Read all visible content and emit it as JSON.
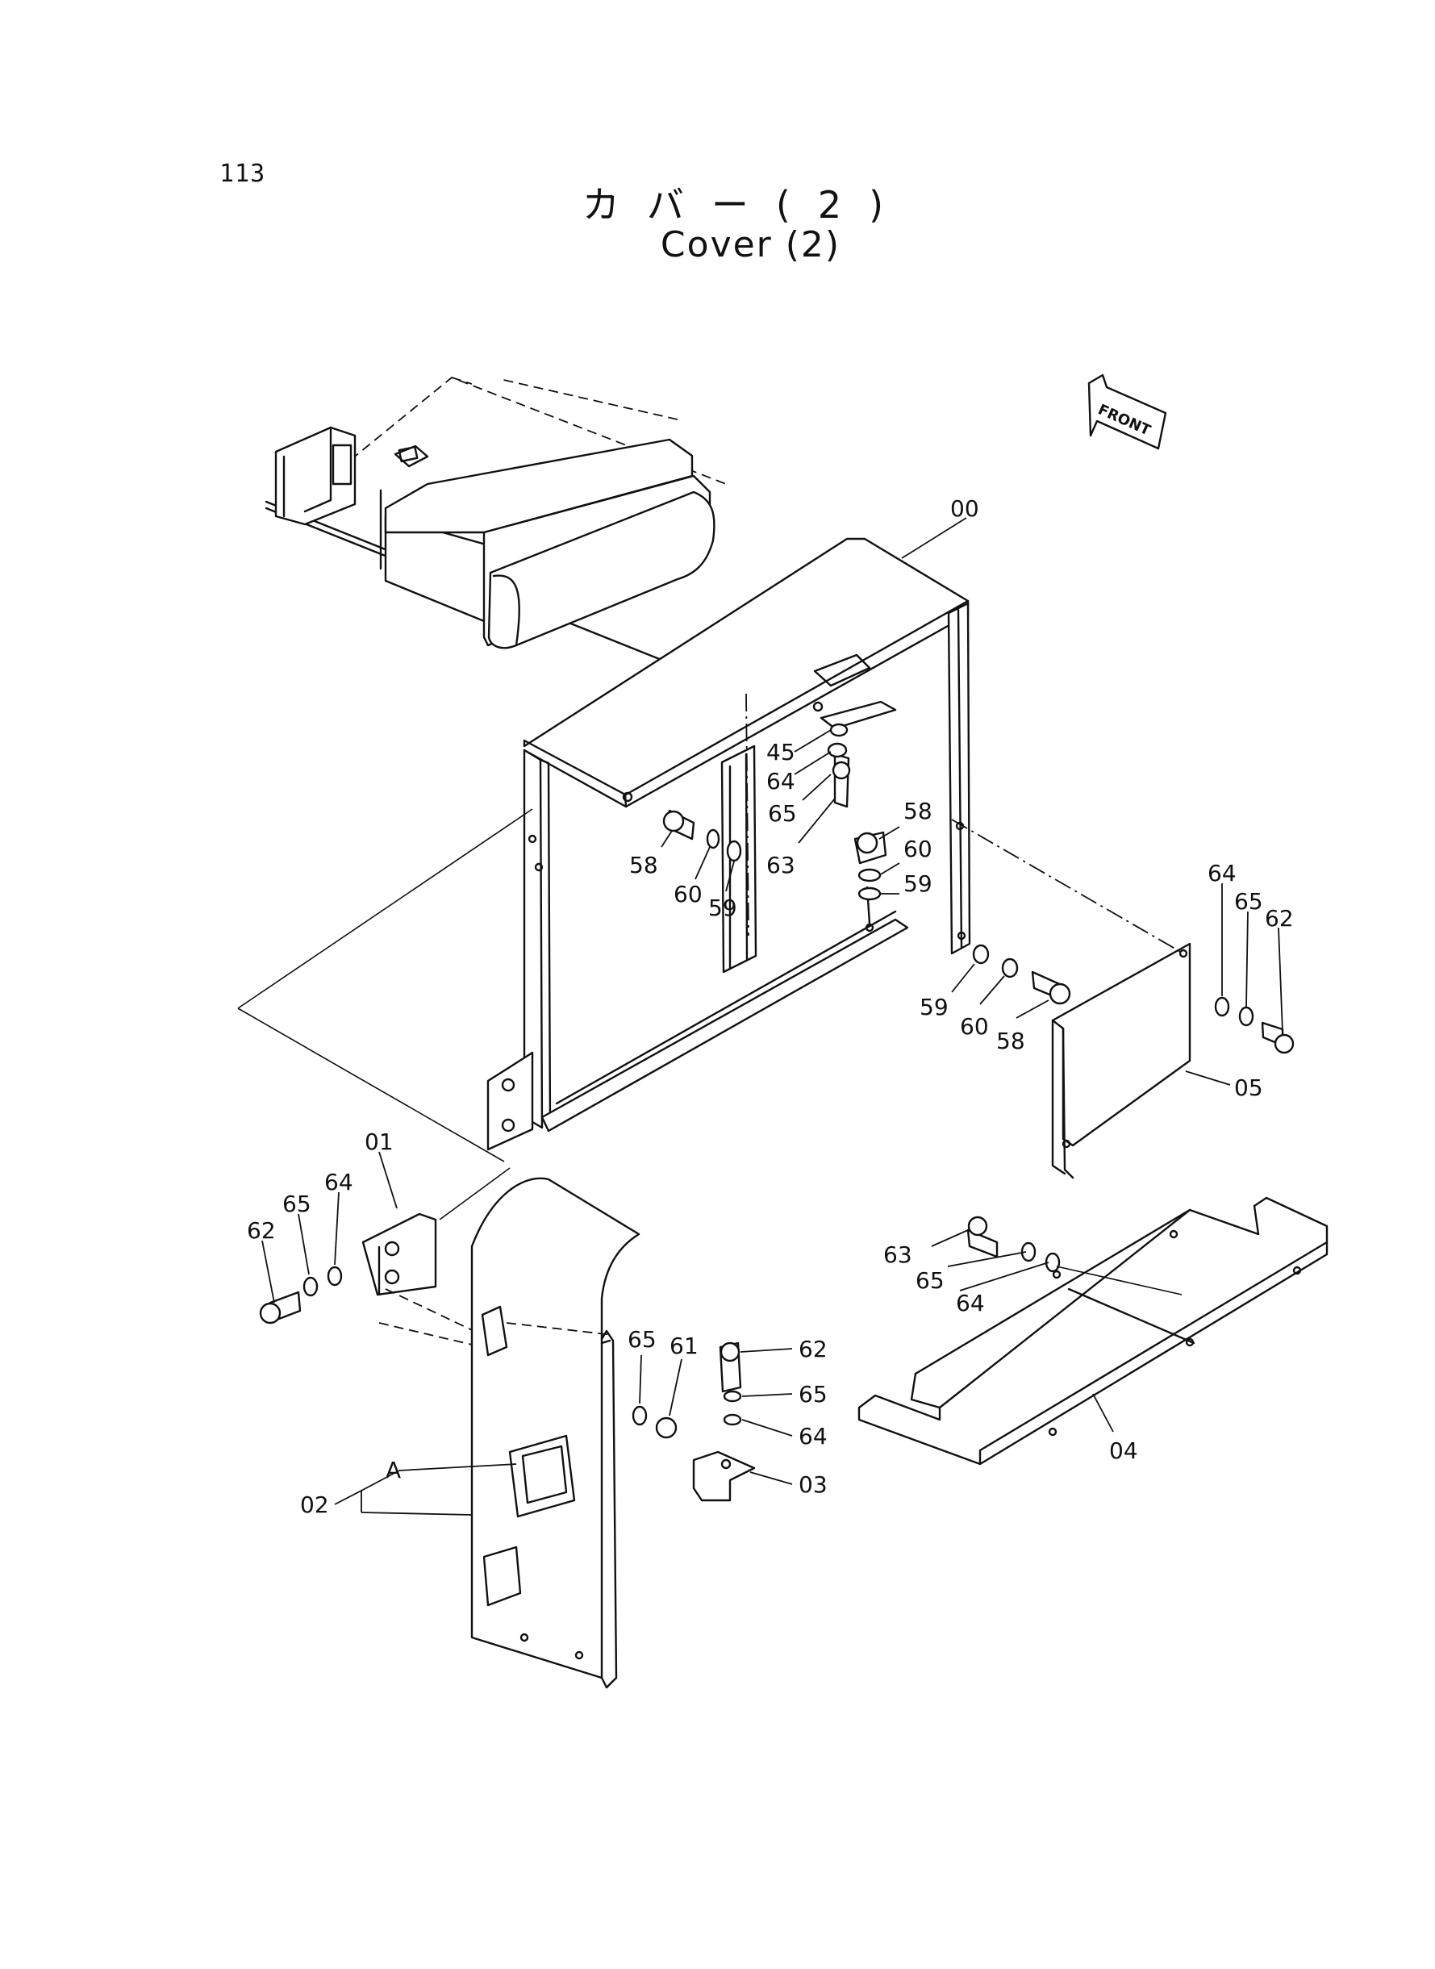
{
  "page_number": "113",
  "title_jp": "カバー(2)",
  "title_en": "Cover (2)",
  "direction_marker": "FRONT",
  "callouts": [
    {
      "id": "c-00",
      "text": "00"
    },
    {
      "id": "c-45",
      "text": "45"
    },
    {
      "id": "c-64a",
      "text": "64"
    },
    {
      "id": "c-65a",
      "text": "65"
    },
    {
      "id": "c-63a",
      "text": "63"
    },
    {
      "id": "c-58a",
      "text": "58"
    },
    {
      "id": "c-60a",
      "text": "60"
    },
    {
      "id": "c-59a",
      "text": "59"
    },
    {
      "id": "c-58b",
      "text": "58"
    },
    {
      "id": "c-60b",
      "text": "60"
    },
    {
      "id": "c-59b",
      "text": "59"
    },
    {
      "id": "c-59c",
      "text": "59"
    },
    {
      "id": "c-60c",
      "text": "60"
    },
    {
      "id": "c-58c",
      "text": "58"
    },
    {
      "id": "c-64b",
      "text": "64"
    },
    {
      "id": "c-65b",
      "text": "65"
    },
    {
      "id": "c-62a",
      "text": "62"
    },
    {
      "id": "c-05",
      "text": "05"
    },
    {
      "id": "c-01",
      "text": "01"
    },
    {
      "id": "c-64c",
      "text": "64"
    },
    {
      "id": "c-65c",
      "text": "65"
    },
    {
      "id": "c-62b",
      "text": "62"
    },
    {
      "id": "c-63b",
      "text": "63"
    },
    {
      "id": "c-65d",
      "text": "65"
    },
    {
      "id": "c-64d",
      "text": "64"
    },
    {
      "id": "c-65e",
      "text": "65"
    },
    {
      "id": "c-61",
      "text": "61"
    },
    {
      "id": "c-62c",
      "text": "62"
    },
    {
      "id": "c-65f",
      "text": "65"
    },
    {
      "id": "c-64e",
      "text": "64"
    },
    {
      "id": "c-03",
      "text": "03"
    },
    {
      "id": "c-04",
      "text": "04"
    },
    {
      "id": "c-A",
      "text": "A"
    },
    {
      "id": "c-02",
      "text": "02"
    }
  ]
}
